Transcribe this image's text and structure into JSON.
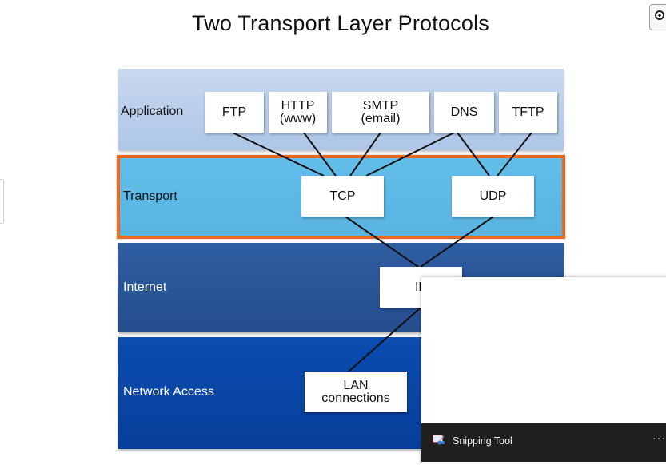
{
  "slide": {
    "title": "Two Transport Layer Protocols",
    "zoom_icon": "zoom-in-icon"
  },
  "layers": {
    "application": "Application",
    "transport": "Transport",
    "internet": "Internet",
    "network_access": "Network Access"
  },
  "protocols": {
    "ftp": "FTP",
    "http": "HTTP\n(www)",
    "smtp": "SMTP\n(email)",
    "dns": "DNS",
    "tftp": "TFTP",
    "tcp": "TCP",
    "udp": "UDP",
    "ip": "IP",
    "lan": "LAN\nconnections"
  },
  "colors": {
    "transport_highlight": "#ec6a1f",
    "application_layer": "#bcd0eb",
    "transport_layer": "#5fb9e6",
    "internet_layer": "#2a5697",
    "network_access_layer": "#0946a5"
  },
  "snipping_tool": {
    "app_name": "Snipping Tool",
    "more_label": "···",
    "icon": "snipping-tool-icon"
  }
}
